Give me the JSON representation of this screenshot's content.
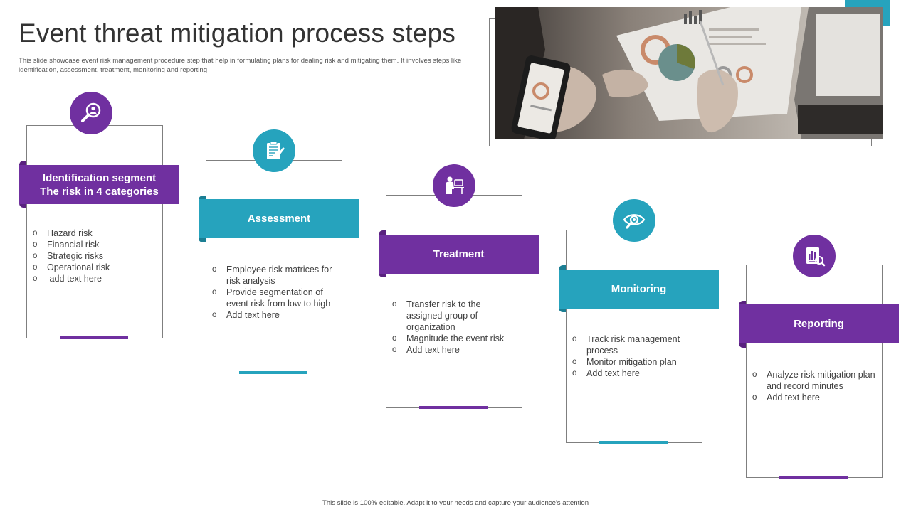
{
  "slide": {
    "title": "Event threat mitigation process steps",
    "subtitle": "This slide showcase event risk management procedure step that help in formulating plans for dealing risk and mitigating them. It involves steps like identification, assessment, treatment, monitoring and reporting",
    "footer": "This slide is 100% editable. Adapt it to your needs and capture your audience's attention"
  },
  "colors": {
    "purple": "#7030a0",
    "teal": "#26a3bd"
  },
  "steps": [
    {
      "heading_line1": "Identification segment",
      "heading_line2": "The risk in 4 categories",
      "icon": "search-person-icon",
      "color": "#7030a0",
      "bullets": [
        "Hazard risk",
        "Financial risk",
        "Strategic risks",
        "Operational risk",
        " add text here"
      ]
    },
    {
      "heading": "Assessment",
      "icon": "clipboard-pencil-icon",
      "color": "#26a3bd",
      "bullets": [
        "Employee risk matrices for risk analysis",
        "Provide segmentation of event risk from low to high",
        "Add text here"
      ]
    },
    {
      "heading": "Treatment",
      "icon": "person-at-desk-icon",
      "color": "#7030a0",
      "bullets": [
        "Transfer risk to the assigned group of organization",
        "Magnitude the event risk",
        "Add text here"
      ]
    },
    {
      "heading": "Monitoring",
      "icon": "eye-magnifier-icon",
      "color": "#26a3bd",
      "bullets": [
        "Track risk management process",
        "Monitor mitigation plan",
        "Add text here"
      ]
    },
    {
      "heading": "Reporting",
      "icon": "report-chart-icon",
      "color": "#7030a0",
      "bullets": [
        "Analyze risk mitigation plan and record minutes",
        "Add text here"
      ]
    }
  ]
}
